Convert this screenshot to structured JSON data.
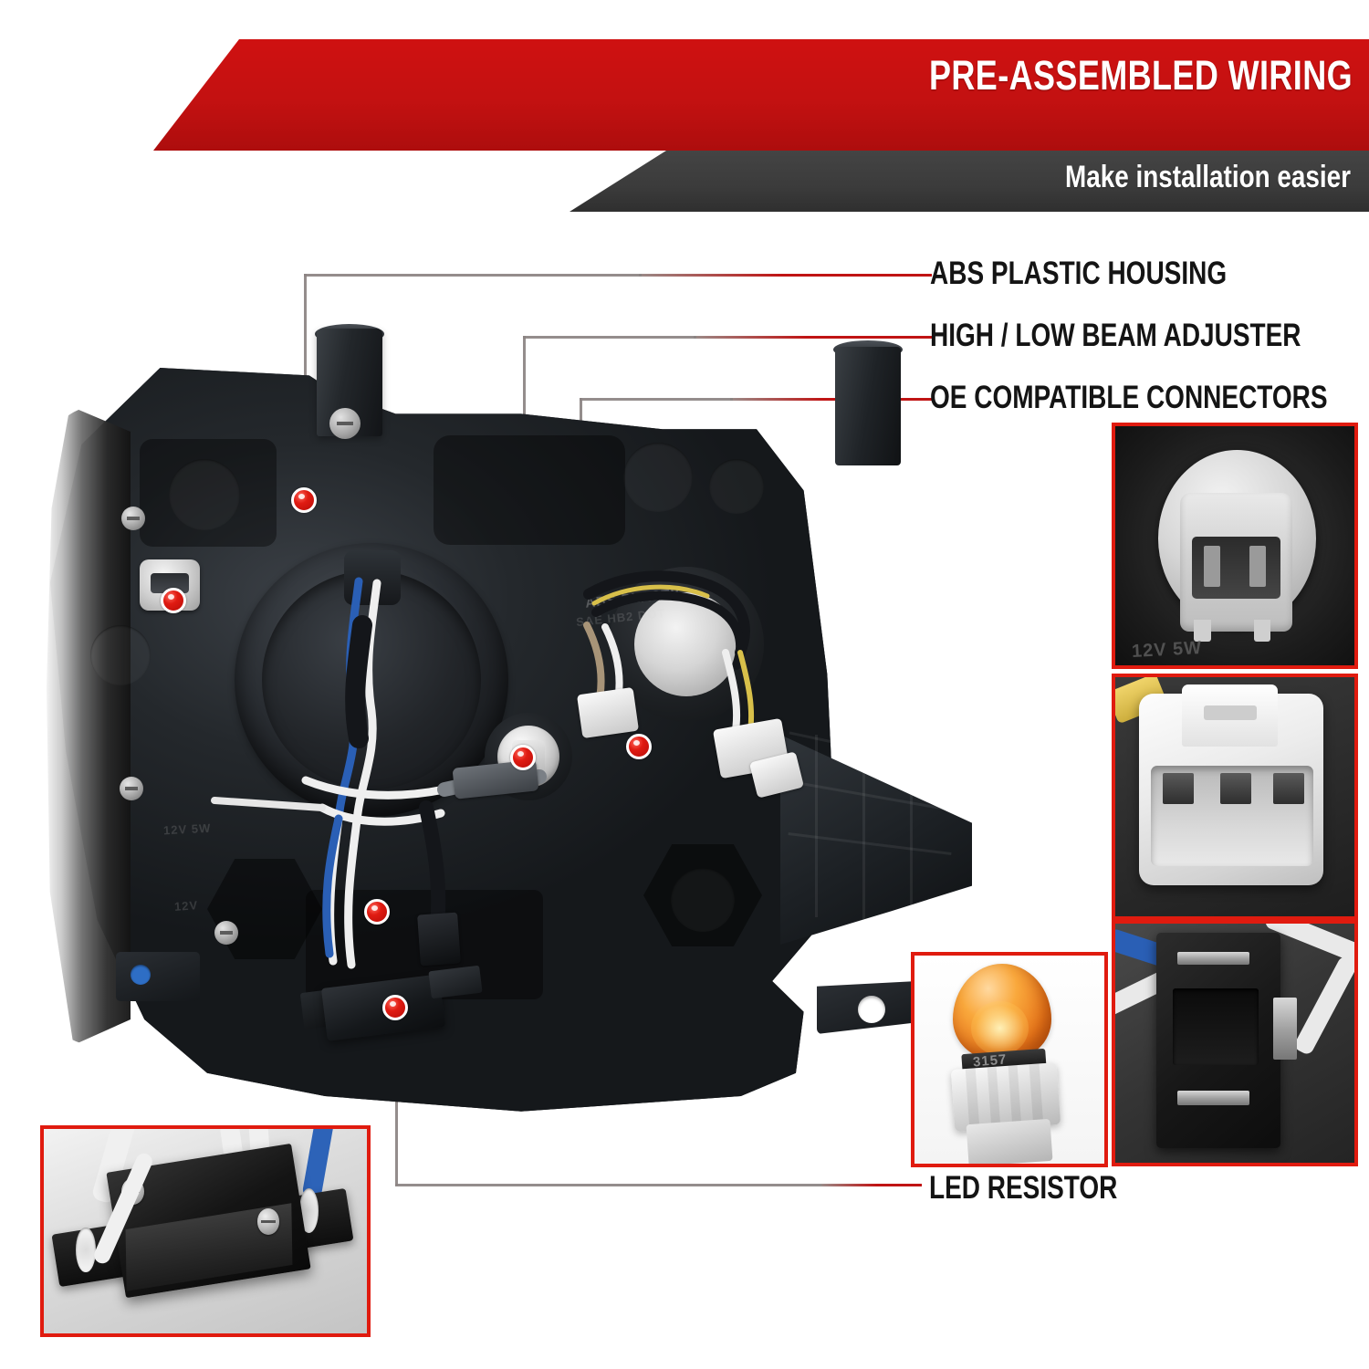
{
  "banner": {
    "title": "PRE-ASSEMBLED WIRING",
    "subtitle": "Make installation easier",
    "red": "#c31111",
    "dark": "#3b3b3b"
  },
  "callouts": [
    {
      "id": "abs-plastic-housing",
      "label": "ABS PLASTIC HOUSING"
    },
    {
      "id": "high-low-beam-adjuster",
      "label": "HIGH / LOW BEAM ADJUSTER"
    },
    {
      "id": "oe-compatible-connectors",
      "label": "OE COMPATIBLE CONNECTORS"
    },
    {
      "id": "led-resistor",
      "label": "LED RESISTOR"
    }
  ],
  "insets": [
    {
      "id": "two-pin-socket",
      "caption": "12V 5W"
    },
    {
      "id": "three-pin-connector",
      "caption": ""
    },
    {
      "id": "blade-connector",
      "caption": ""
    },
    {
      "id": "amber-bulb",
      "caption": "3157"
    },
    {
      "id": "led-resistor-module",
      "caption": ""
    }
  ],
  "product": {
    "name": "headlight-housing",
    "markings": {
      "line1": "ABS PLASTIC",
      "line2": "SAE HB2 DOT",
      "line3": "12V",
      "line4": "12V 5W"
    }
  },
  "colors": {
    "accent_red": "#c01414",
    "dot_red": "#e01b12",
    "leader_gray": "#8b8382",
    "inset_border": "#e01b0f",
    "text_dark": "#141414"
  }
}
